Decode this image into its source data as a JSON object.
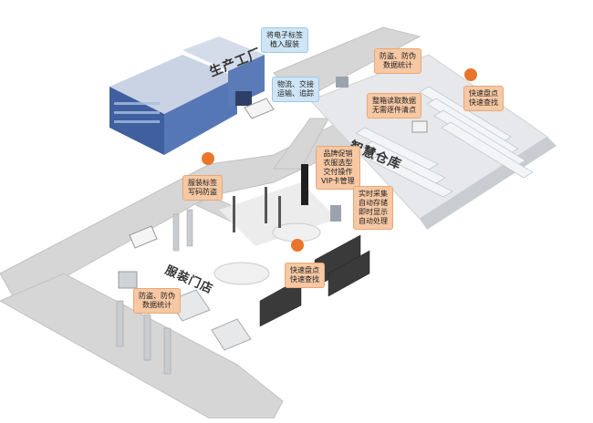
{
  "zones": {
    "factory": "生产工厂",
    "warehouse": "智慧仓库",
    "store": "服装门店"
  },
  "callouts": {
    "factory_tag": [
      "将电子标签",
      "植入服装"
    ],
    "factory_logistics": [
      "物流、交接",
      "运输、追踪"
    ],
    "warehouse_stats": [
      "防盗、防伪",
      "数据统计"
    ],
    "warehouse_read": [
      "整箱读取数据",
      "无需逐件清点"
    ],
    "warehouse_inventory": [
      "快速盘点",
      "快速查找"
    ],
    "store_promo": [
      "品牌促销",
      "衣服选型",
      "交付操作",
      "VIP卡管理"
    ],
    "store_auto": [
      "实时采集",
      "自动存储",
      "即时显示",
      "自动处理"
    ],
    "store_label": [
      "服装标签",
      "写码防盗"
    ],
    "store_inventory": [
      "快速盘点",
      "快速查找"
    ],
    "store_antitheft": [
      "防盗、防伪",
      "数据统计"
    ]
  },
  "colors": {
    "road": "#d4d4d4",
    "road_edge": "#bdbdbd",
    "building": "#4b6aa8",
    "building_roof": "#c9d3e3",
    "shelf": "#e9edf2",
    "accent": "#e8752a",
    "callout_orange": "#f6c8a4",
    "callout_blue": "#cfe5f5"
  },
  "icons": [
    "factory-building-icon",
    "truck-icon",
    "rfid-reader-icon",
    "security-gate-icon",
    "shelf-icon",
    "display-board-icon"
  ]
}
